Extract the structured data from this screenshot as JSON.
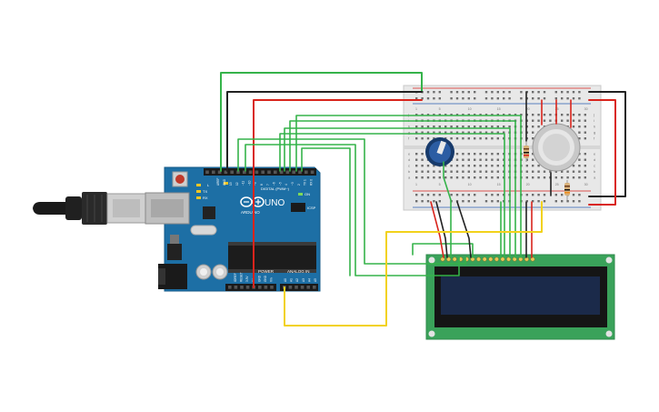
{
  "arduino": {
    "model": "UNO",
    "brand": "ARDUINO",
    "digital_label": "DIGITAL (PWM~)",
    "power_label": "POWER",
    "analog_label": "ANALOG IN",
    "icsp_label": "ICSP",
    "tx_label": "TX",
    "rx_label": "RX",
    "l_label": "L",
    "on_label": "ON",
    "aref_label": "AREF",
    "gnd_label": "GND",
    "digital_pins": [
      "13",
      "12",
      "~11",
      "~10",
      "~9",
      "8",
      "7",
      "~6",
      "~5",
      "4",
      "~3",
      "2",
      "TX 1",
      "RX 0"
    ],
    "power_pins": [
      "IOREF",
      "RESET",
      "3.3V",
      "5V",
      "GND",
      "GND",
      "Vin"
    ],
    "analog_pins": [
      "A0",
      "A1",
      "A2",
      "A3",
      "A4",
      "A5"
    ]
  },
  "breadboard": {
    "row_letters": [
      "j",
      "i",
      "h",
      "g",
      "f",
      "e",
      "d",
      "c",
      "b",
      "a"
    ],
    "column_numbers": [
      "1",
      "5",
      "10",
      "15",
      "20",
      "25",
      "30"
    ]
  },
  "colors": {
    "arduino_board": "#1d6fa5",
    "wire_green": "#35b34a",
    "wire_red": "#d9241c",
    "wire_black": "#222222",
    "wire_yellow": "#f2d21b",
    "lcd_pcb": "#3aa25a",
    "lcd_screen": "#1b2a4a",
    "breadboard": "#e8e8e8"
  }
}
